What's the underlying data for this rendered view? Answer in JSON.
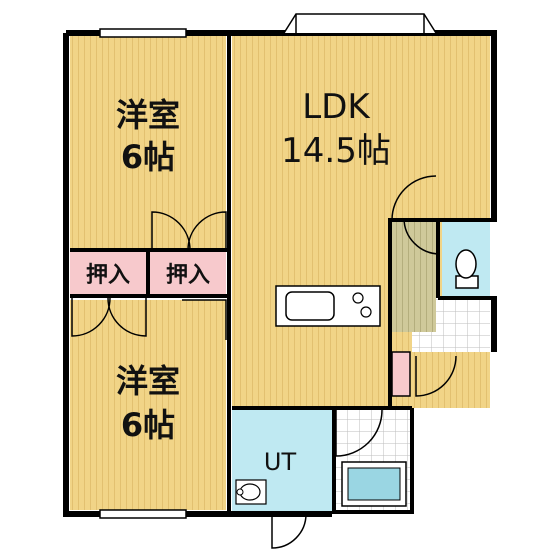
{
  "rooms": {
    "western_room_top": {
      "name": "洋室",
      "size": "6帖"
    },
    "western_room_bottom": {
      "name": "洋室",
      "size": "6帖"
    },
    "ldk": {
      "name": "LDK",
      "size": "14.5帖"
    },
    "closet_left": {
      "name": "押入"
    },
    "closet_right": {
      "name": "押入"
    },
    "utility": {
      "name": "UT"
    }
  },
  "colors": {
    "wood_floor": "#f1d487",
    "wood_stripe": "#d9b360",
    "wall": "#000000",
    "closet_floor": "#f7c9cc",
    "wet_area": "#bfe9f2",
    "tile": "#ffffff",
    "tile_line": "#bdbdbd",
    "stair": "#cfc99a",
    "fixture": "#9ad6e3"
  }
}
